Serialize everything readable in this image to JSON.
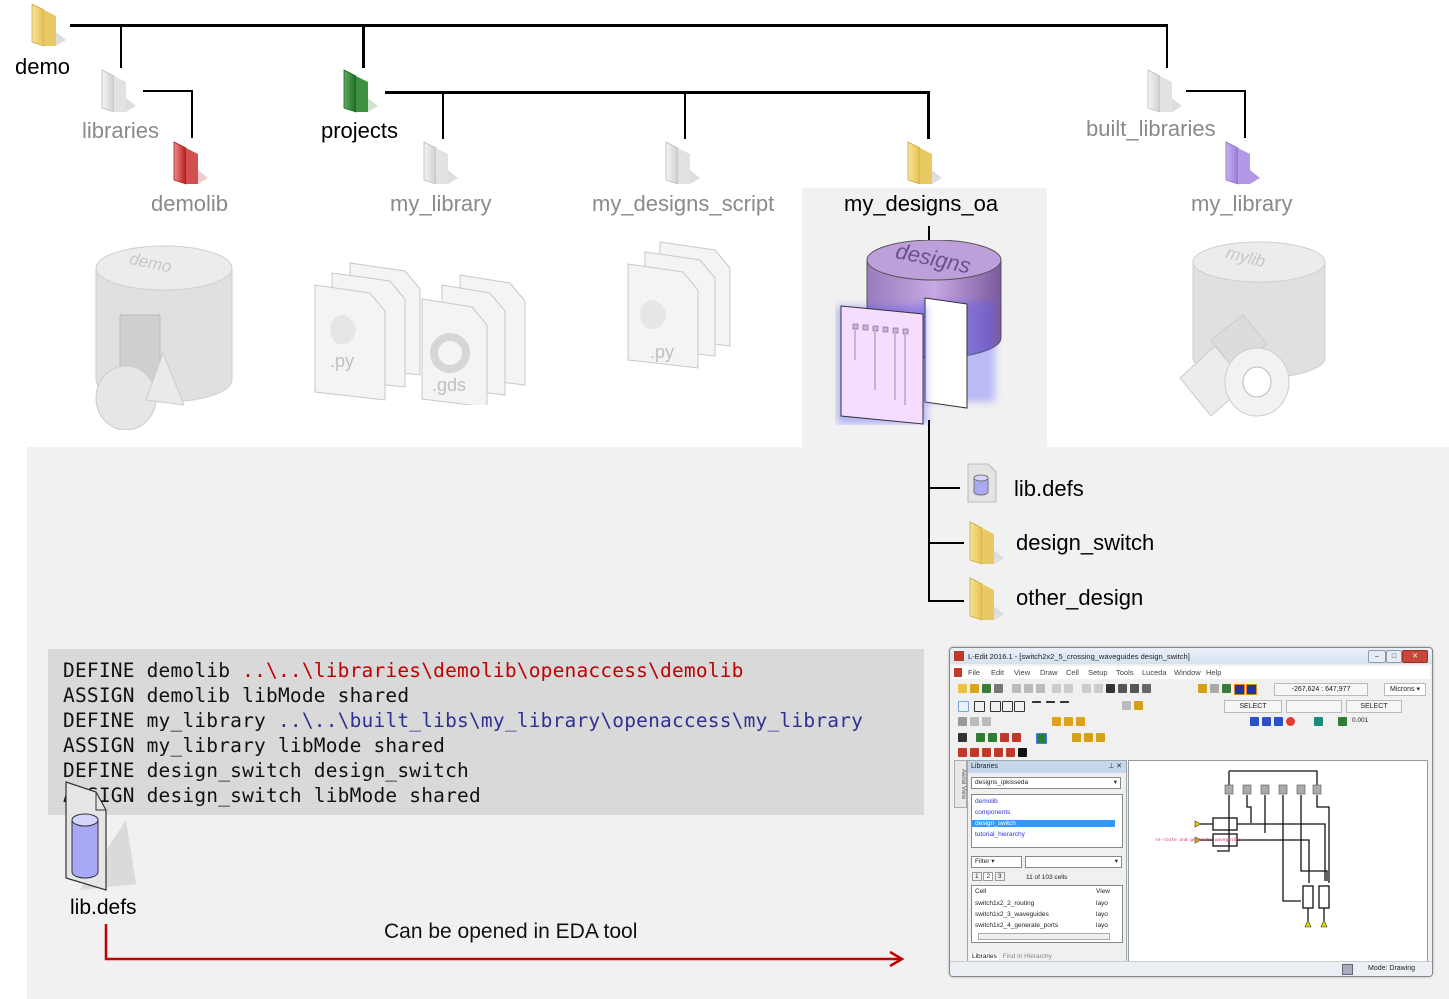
{
  "tree": {
    "root": {
      "label": "demo",
      "icon": "folder-yellow-icon"
    },
    "level1": [
      {
        "label": "libraries",
        "icon": "folder-gray-icon",
        "dimmed": true
      },
      {
        "label": "projects",
        "icon": "folder-green-icon",
        "dimmed": false
      },
      {
        "label": "built_libraries",
        "icon": "folder-gray-icon",
        "dimmed": true
      }
    ],
    "level2": [
      {
        "label": "demolib",
        "parent": "libraries",
        "icon": "folder-red-icon",
        "dimmed": true,
        "illustration": "demo database with shapes",
        "illustration_text": "demo"
      },
      {
        "label": "my_library",
        "parent": "projects",
        "icon": "folder-gray-icon",
        "dimmed": true,
        "illustration": "python and gds files",
        "file_labels": [
          ".py",
          ".gds"
        ]
      },
      {
        "label": "my_designs_script",
        "parent": "projects",
        "icon": "folder-gray-icon",
        "dimmed": true,
        "illustration": "python files",
        "file_labels": [
          ".py"
        ]
      },
      {
        "label": "my_designs_oa",
        "parent": "projects",
        "icon": "folder-yellow-icon",
        "dimmed": false,
        "illustration": "designs database with layouts",
        "illustration_text": "designs"
      },
      {
        "label": "my_library",
        "parent": "built_libraries",
        "icon": "folder-purple-icon",
        "dimmed": true,
        "illustration": "mylib database with shapes",
        "illustration_text": "mylib"
      }
    ],
    "oa_children": [
      {
        "label": "lib.defs",
        "icon": "libdefs-file-icon"
      },
      {
        "label": "design_switch",
        "icon": "folder-yellow-icon"
      },
      {
        "label": "other_design",
        "icon": "folder-yellow-icon"
      }
    ]
  },
  "code": {
    "lines": [
      {
        "keyword": "DEFINE",
        "name": "demolib",
        "rest": "..\\..\\libraries\\demolib\\openaccess\\demolib",
        "rest_color": "red"
      },
      {
        "keyword": "ASSIGN",
        "name": "demolib",
        "rest": "libMode shared",
        "rest_color": "black"
      },
      {
        "keyword": "DEFINE",
        "name": "my_library",
        "rest": "..\\..\\built_libs\\my_library\\openaccess\\my_library",
        "rest_color": "blue"
      },
      {
        "keyword": "ASSIGN",
        "name": "my_library",
        "rest": "libMode shared",
        "rest_color": "black"
      },
      {
        "keyword": "DEFINE",
        "name": "design_switch",
        "rest": "design_switch",
        "rest_color": "black"
      },
      {
        "keyword": "ASSIGN",
        "name": "design_switch",
        "rest": "libMode shared",
        "rest_color": "black"
      }
    ]
  },
  "libdefs_file": {
    "label": "lib.defs"
  },
  "arrow": {
    "caption": "Can be opened in EDA tool",
    "color": "#c00000"
  },
  "ledit": {
    "title": "L-Edit 2016.1 - [switch2x2_5_crossing_waveguides     design_switch]",
    "menu": [
      "File",
      "Edit",
      "View",
      "Draw",
      "Cell",
      "Setup",
      "Tools",
      "Luceda",
      "Window",
      "Help"
    ],
    "coordinates": "-267,624 : 647,977",
    "units": "Microns",
    "select_left": "SELECT",
    "select_right": "SELECT",
    "snap_value": "0.001",
    "aerial_view_tab": "Aerial View",
    "libraries_panel": {
      "title": "Libraries",
      "library_combo": "designs_ipkisseda",
      "libraries": [
        "demolib",
        "components",
        "design_switch",
        "tutorial_hierarchy"
      ],
      "selected_library": "design_switch",
      "filter_label": "Filter",
      "filter_value": "",
      "pages": [
        "1",
        "2",
        "3"
      ],
      "active_page": "2",
      "cell_count": "11 of 103 cells",
      "columns": [
        "Cell",
        "View"
      ],
      "cells": [
        {
          "cell": "switch1x2_2_routing",
          "view": "layo"
        },
        {
          "cell": "switch1x2_3_waveguides",
          "view": "layo"
        },
        {
          "cell": "switch1x2_4_generate_ports",
          "view": "layo"
        }
      ],
      "bottom_tabs": [
        "Libraries",
        "Find in Hierarchy"
      ]
    },
    "canvas_annotation": "re-route and generate waveguides",
    "status_mode": "Mode: Drawing"
  },
  "colors": {
    "folder_yellow": "#f2d675",
    "folder_green": "#2e7d32",
    "folder_red": "#c62828",
    "folder_purple": "#a98ae0",
    "folder_gray": "#d8d8d8",
    "designs_db": "#b89bd6",
    "highlight_glow": "#5555ff"
  }
}
